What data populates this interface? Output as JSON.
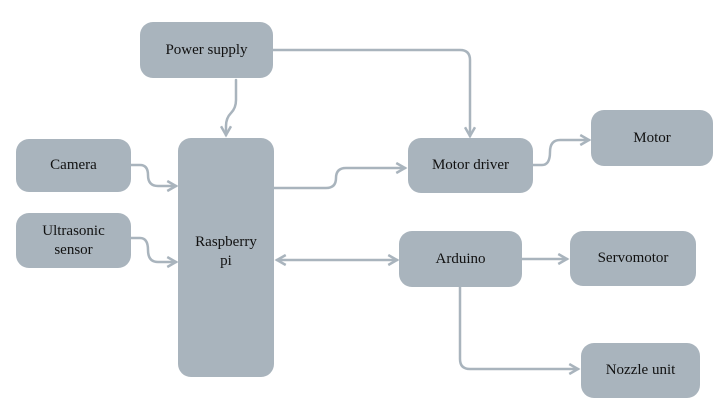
{
  "diagram": {
    "nodes": {
      "power_supply": "Power supply",
      "camera": "Camera",
      "ultrasonic_sensor": "Ultrasonic\nsensor",
      "raspberry_pi": "Raspberry\npi",
      "motor_driver": "Motor driver",
      "motor": "Motor",
      "arduino": "Arduino",
      "servomotor": "Servomotor",
      "nozzle_unit": "Nozzle unit"
    },
    "connections": [
      {
        "from": "Power supply",
        "to": "Raspberry pi"
      },
      {
        "from": "Power supply",
        "to": "Motor driver"
      },
      {
        "from": "Camera",
        "to": "Raspberry pi"
      },
      {
        "from": "Ultrasonic sensor",
        "to": "Raspberry pi"
      },
      {
        "from": "Raspberry pi",
        "to": "Motor driver"
      },
      {
        "from": "Raspberry pi",
        "to": "Arduino",
        "bidirectional": true
      },
      {
        "from": "Motor driver",
        "to": "Motor"
      },
      {
        "from": "Arduino",
        "to": "Servomotor"
      },
      {
        "from": "Arduino",
        "to": "Nozzle unit"
      }
    ],
    "colors": {
      "node_fill": "#a9b4bd",
      "connector": "#a9b4bd",
      "text": "#111111"
    }
  }
}
